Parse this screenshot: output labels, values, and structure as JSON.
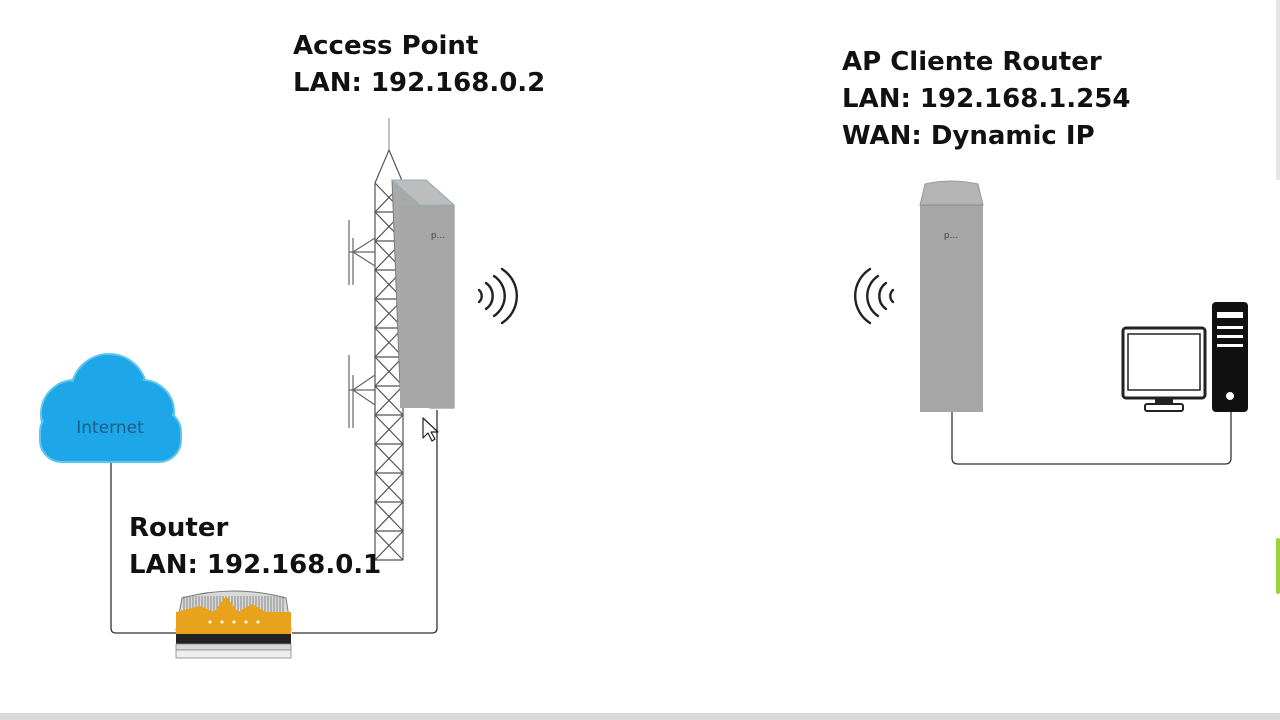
{
  "access_point": {
    "name": "Access Point",
    "lan": "LAN: 192.168.0.2"
  },
  "ap_client_router": {
    "name": "AP Cliente Router",
    "lan": "LAN: 192.168.1.254",
    "wan": "WAN: Dynamic IP"
  },
  "router": {
    "name": "Router",
    "lan": "LAN: 192.168.0.1"
  },
  "cloud": {
    "label": "Internet"
  },
  "colors": {
    "cloud": "#1ea7e8",
    "device_gray": "#a6a6a6",
    "router_orange": "#e8a21c",
    "line": "#333333"
  }
}
